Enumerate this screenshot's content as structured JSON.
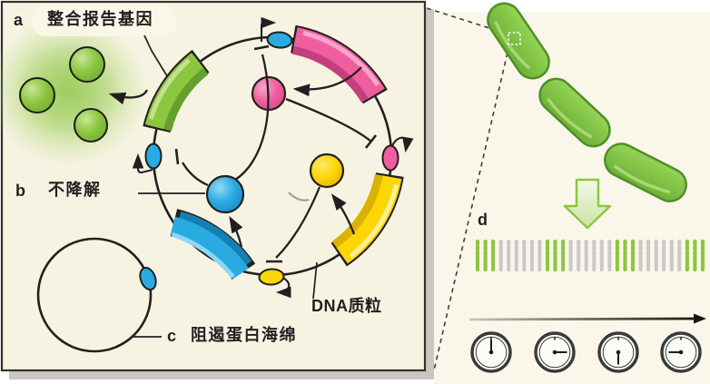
{
  "figure": {
    "panel_a": {
      "label": "a",
      "title": "整合报告基因"
    },
    "panel_b": {
      "label": "b",
      "title": "不降解"
    },
    "panel_c": {
      "label": "c",
      "title": "阻遏蛋白海绵"
    },
    "panel_d": {
      "label": "d"
    },
    "plasmid_label": "DNA质粒"
  },
  "icons": {
    "transcription_arrows": "bent-promoter-arrow",
    "repression_bars": "T-bar-inhibition-line",
    "zoom_callout": "dashed-connector-lines",
    "down_arrow": "green-block-arrow",
    "timeline_arrow": "gradient-right-arrow",
    "clock_faces": "phase-clocks"
  },
  "colors": {
    "box_background": "#f7f3e2",
    "right_panel_background": "#faf7ea",
    "shadow": "#c9c7c0",
    "line": "#231f20",
    "gene_green": "#8cc63f",
    "gene_pink": "#ef5fa0",
    "gene_blue": "#29abe2",
    "gene_yellow": "#fdd605",
    "bacteria_green": "#7cc242",
    "bar_green": "#8cc63f",
    "bar_gray": "#c9c9c9",
    "clock_ring": "#3a3a3a"
  },
  "kymograph": {
    "columns": [
      "green",
      "green",
      "green",
      "gray",
      "gray",
      "gray",
      "gray",
      "gray",
      "gray",
      "green",
      "green",
      "green",
      "gray",
      "gray",
      "gray",
      "gray",
      "gray",
      "gray",
      "green",
      "green",
      "green",
      "gray",
      "gray",
      "gray",
      "gray",
      "gray",
      "gray",
      "green",
      "green",
      "green"
    ]
  },
  "clocks": [
    {
      "name": "clock-1",
      "hand_angle_deg": 0
    },
    {
      "name": "clock-2",
      "hand_angle_deg": 90
    },
    {
      "name": "clock-3",
      "hand_angle_deg": 180
    },
    {
      "name": "clock-4",
      "hand_angle_deg": 270
    }
  ]
}
